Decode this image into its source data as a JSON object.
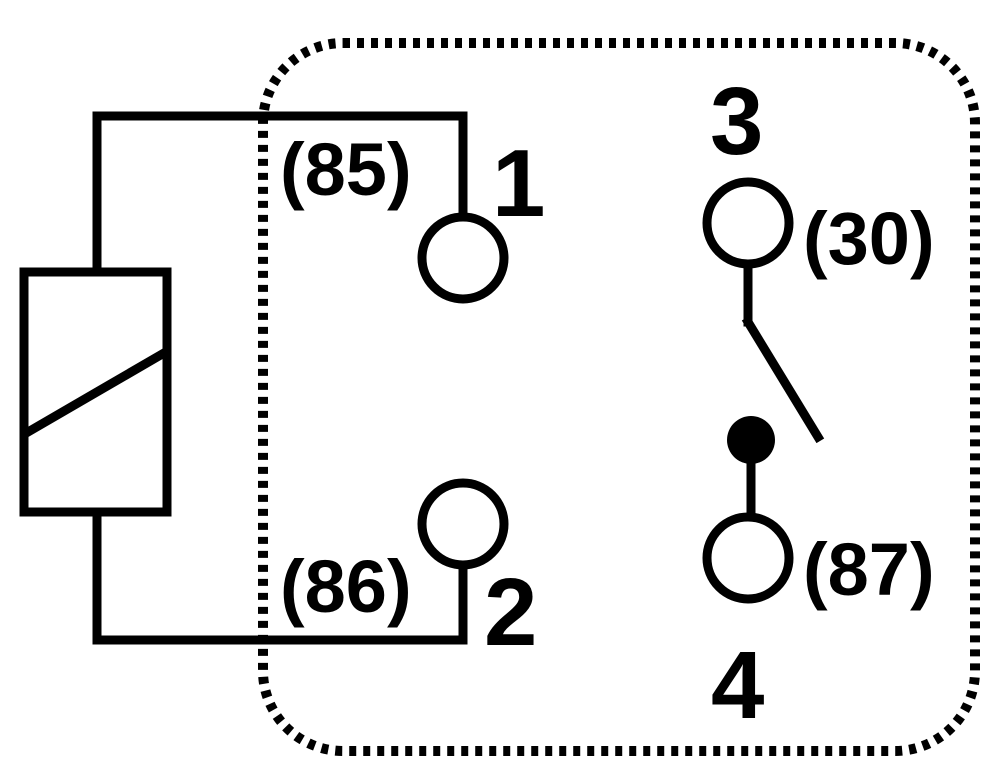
{
  "labels": {
    "pin1_number": "1",
    "pin1_code": "(85)",
    "pin2_number": "2",
    "pin2_code": "(86)",
    "pin3_number": "3",
    "pin3_code": "(30)",
    "pin4_number": "4",
    "pin4_code": "(87)"
  },
  "colors": {
    "line": "#000000",
    "background": "#ffffff"
  }
}
